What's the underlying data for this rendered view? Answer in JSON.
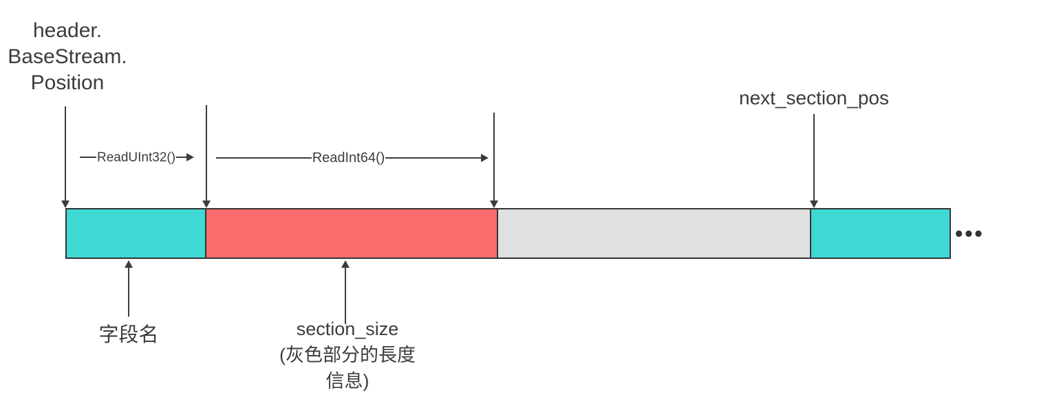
{
  "colors": {
    "ink": "#3C3C3C",
    "outline": "#333333",
    "segment_cyan": "#3ED8D5",
    "segment_red": "#FB6B6B",
    "segment_gray": "#E0E0E0"
  },
  "labels": {
    "stream_position": {
      "lines": [
        "header.",
        "BaseStream.",
        "Position"
      ]
    },
    "next_section_pos": "next_section_pos",
    "read_uint32": "ReadUInt32()",
    "read_int64": "ReadInt64()",
    "field_name": "字段名",
    "section_size": {
      "lines": [
        "section_size",
        "(灰色部分的長度",
        "信息)"
      ]
    },
    "ellipsis": "•••"
  },
  "bar": {
    "segments": [
      {
        "name": "field-name-segment",
        "color": "#3ED8D5"
      },
      {
        "name": "section-size-segment",
        "color": "#FB6B6B"
      },
      {
        "name": "section-data-segment",
        "color": "#E0E0E0"
      },
      {
        "name": "next-section-segment",
        "color": "#3ED8D5"
      }
    ]
  }
}
